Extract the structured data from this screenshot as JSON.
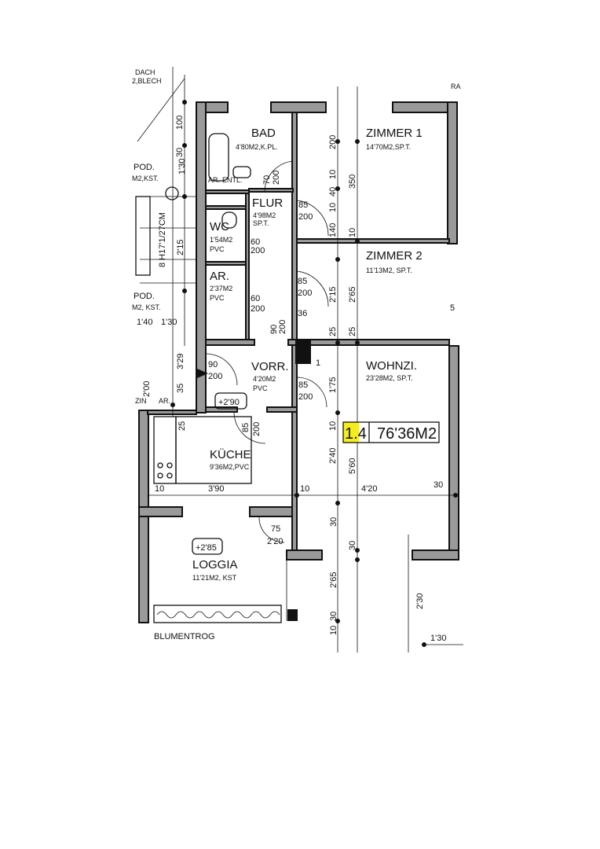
{
  "rooms": {
    "bad": {
      "name": "BAD",
      "area": "4'80M2,K.PL."
    },
    "zimmer1": {
      "name": "ZIMMER 1",
      "area": "14'70M2,SP.T."
    },
    "zimmer2": {
      "name": "ZIMMER 2",
      "area": "11'13M2, SP.T."
    },
    "flur": {
      "name": "FLUR",
      "area": "4'98M2",
      "floor": "SP.T."
    },
    "wc": {
      "name": "WC",
      "area": "1'54M2",
      "floor": "PVC"
    },
    "ar": {
      "name": "AR.",
      "area": "2'37M2",
      "floor": "PVC"
    },
    "vorr": {
      "name": "VORR.",
      "area": "4'20M2",
      "floor": "PVC"
    },
    "wohnzi": {
      "name": "WOHNZI.",
      "area": "23'28M2, SP.T."
    },
    "kueche": {
      "name": "KÜCHE",
      "area": "9'36M2,PVC"
    },
    "loggia": {
      "name": "LOGGIA",
      "area": "11'21M2, KST"
    }
  },
  "unit": {
    "number": "1.4",
    "total_area": "76'36M2",
    "highlight_color": "#f5ee1c"
  },
  "levels": {
    "entry": "+2'90",
    "loggia": "+2'85"
  },
  "labels": {
    "blumentrog": "BLUMENTROG",
    "ar_entl": "AR.",
    "entl": "ENTL.",
    "stair": "8 H17'1/27CM",
    "pod1": "POD.",
    "pod1_sub": "M2,KST.",
    "pod2": "POD.",
    "pod2_sub": "M2, KST.",
    "dach": "DACH",
    "blech": "2,BLECH",
    "ar_small": "AR.",
    "zin": "ZIN",
    "ra": "RA"
  },
  "dims": [
    "100",
    "30",
    "1'30",
    "2'15",
    "1'40",
    "1'30",
    "3'29",
    "35",
    "2'00",
    "25",
    "10",
    "3'90",
    "10",
    "4'20",
    "30",
    "30",
    "30",
    "2'65",
    "30",
    "10",
    "2'30",
    "1'30",
    "200",
    "10",
    "40",
    "10",
    "140",
    "350",
    "10",
    "2'15",
    "2'65",
    "25",
    "25",
    "36",
    "1'75",
    "10",
    "2'40",
    "5'60",
    "90",
    "200",
    "85",
    "200",
    "85",
    "200",
    "60",
    "200",
    "60",
    "200",
    "70",
    "200",
    "85",
    "200",
    "90",
    "200",
    "85",
    "200",
    "75",
    "2'20",
    "1",
    "5"
  ],
  "colors": {
    "wall": "#9a9a9a",
    "line": "#111111"
  }
}
